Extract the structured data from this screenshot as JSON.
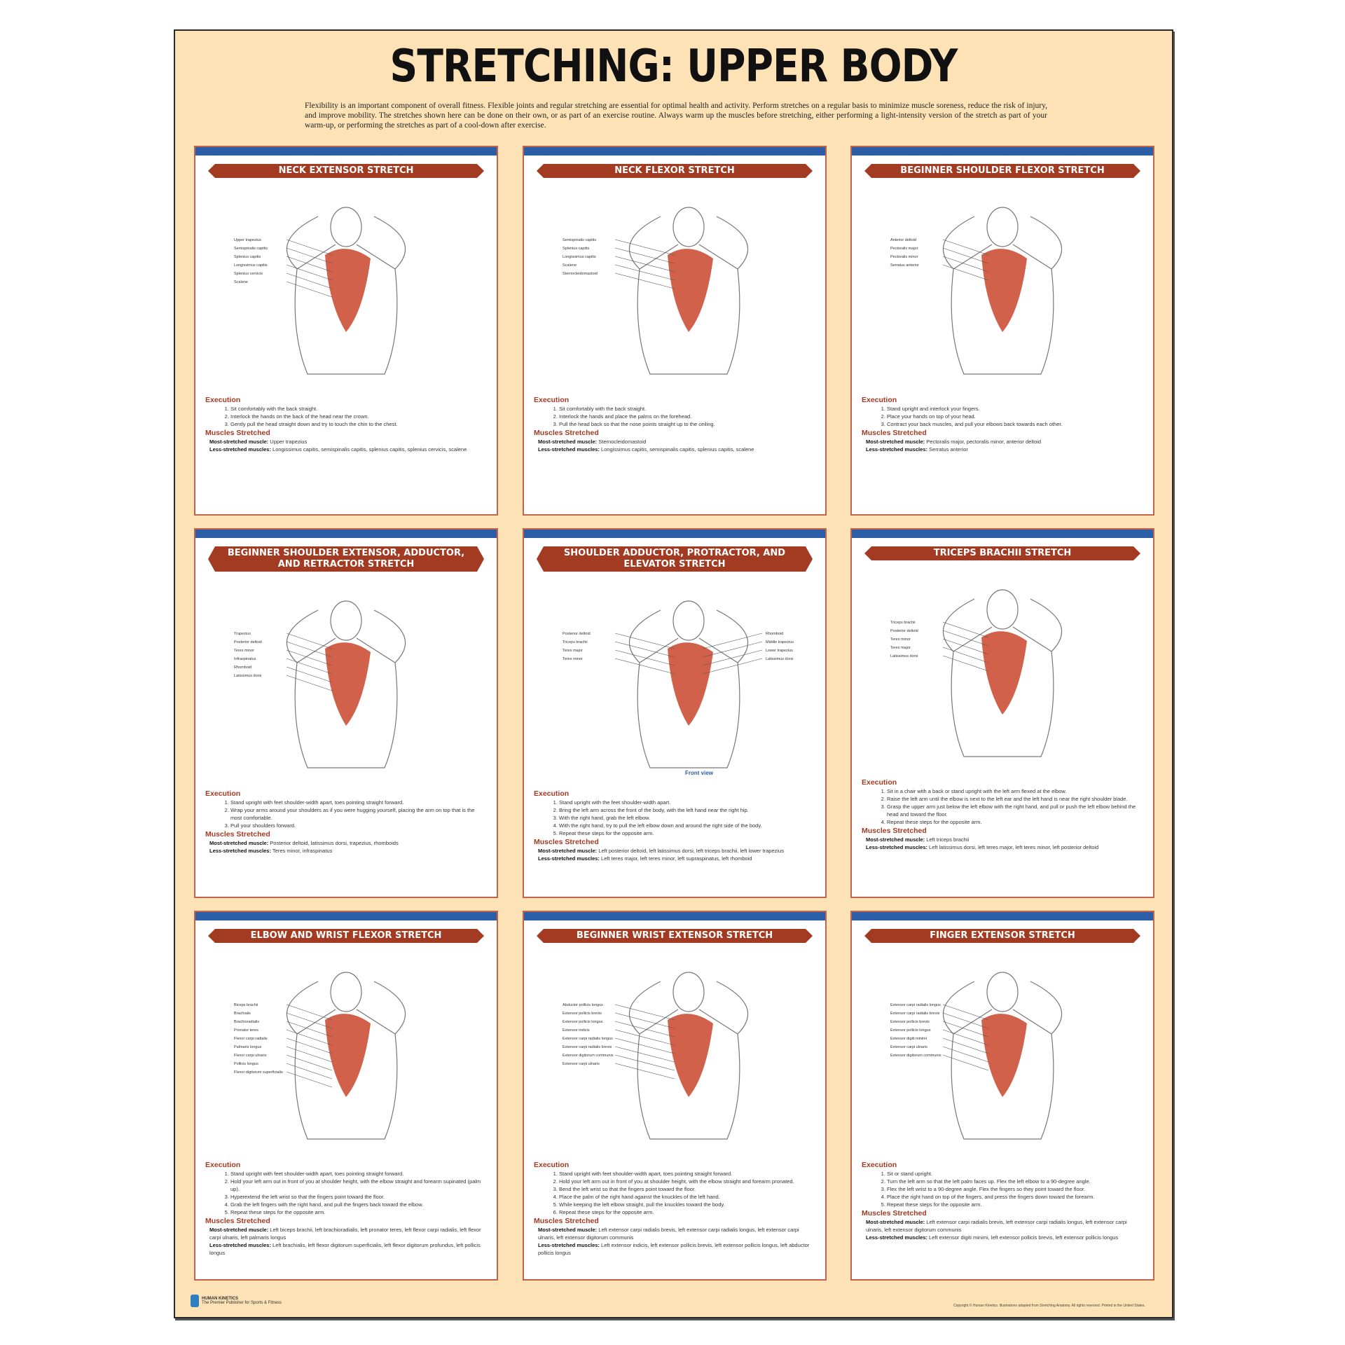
{
  "title": "STRETCHING: UPPER BODY",
  "intro": "Flexibility is an important component of overall fitness. Flexible joints and regular stretching are essential for optimal health and activity. Perform stretches on a regular basis to minimize muscle soreness, reduce the risk of injury, and improve mobility. The stretches shown here can be done on their own, or as part of an exercise routine. Always warm up the muscles before stretching, either performing a light-intensity version of the stretch as part of your warm-up, or performing the stretches as part of a cool-down after exercise.",
  "labels": {
    "execution": "Execution",
    "muscles": "Muscles Stretched",
    "most": "Most-stretched muscle:",
    "less": "Less-stretched muscles:"
  },
  "colors": {
    "background": "#fde2b6",
    "banner": "#a33a22",
    "topbar": "#2c5ea8",
    "muscle": "#c9452a"
  },
  "panels": [
    {
      "title": "NECK EXTENSOR STRETCH",
      "muscle_labels": [
        "Upper trapezius",
        "Semispinalis capitis",
        "Splenius capitis",
        "Longissimus capitis",
        "Splenius cervicis",
        "Scalene"
      ],
      "steps": [
        "Sit comfortably with the back straight.",
        "Interlock the hands on the back of the head near the crown.",
        "Gently pull the head straight down and try to touch the chin to the chest."
      ],
      "most": "Upper trapezius",
      "less": "Longissimus capitis, semispinalis capitis, splenius capitis, splenius cervicis, scalene"
    },
    {
      "title": "NECK FLEXOR STRETCH",
      "muscle_labels": [
        "Semispinalis capitis",
        "Splenius capitis",
        "Longissimus capitis",
        "Scalene",
        "Sternocleidomastoid"
      ],
      "steps": [
        "Sit comfortably with the back straight.",
        "Interlock the hands and place the palms on the forehead.",
        "Pull the head back so that the nose points straight up to the ceiling."
      ],
      "most": "Sternocleidomastoid",
      "less": "Longissimus capitis, semispinalis capitis, splenius capitis, scalene"
    },
    {
      "title": "BEGINNER SHOULDER FLEXOR STRETCH",
      "muscle_labels": [
        "Anterior deltoid",
        "Pectoralis major",
        "Pectoralis minor",
        "Serratus anterior"
      ],
      "steps": [
        "Stand upright and interlock your fingers.",
        "Place your hands on top of your head.",
        "Contract your back muscles, and pull your elbows back towards each other."
      ],
      "most": "Pectoralis major, pectoralis minor, anterior deltoid",
      "less": "Serratus anterior"
    },
    {
      "title": "BEGINNER SHOULDER EXTENSOR, ADDUCTOR, AND RETRACTOR STRETCH",
      "muscle_labels": [
        "Trapezius",
        "Posterior deltoid",
        "Teres minor",
        "Infraspinatus",
        "Rhomboid",
        "Latissimus dorsi"
      ],
      "steps": [
        "Stand upright with feet shoulder-width apart, toes pointing straight forward.",
        "Wrap your arms around your shoulders as if you were hugging yourself, placing the arm on top that is the most comfortable.",
        "Pull your shoulders forward."
      ],
      "most": "Posterior deltoid, latissimus dorsi, trapezius, rhomboids",
      "less": "Teres minor, infraspinatus"
    },
    {
      "title": "SHOULDER ADDUCTOR, PROTRACTOR, AND ELEVATOR STRETCH",
      "muscle_labels": [
        "Posterior deltoid",
        "Triceps brachii",
        "Teres major",
        "Teres minor",
        "Rhomboid",
        "Middle trapezius",
        "Lower trapezius",
        "Latissimus dorsi"
      ],
      "front_view": "Front view",
      "steps": [
        "Stand upright with the feet shoulder-width apart.",
        "Bring the left arm across the front of the body, with the left hand near the right hip.",
        "With the right hand, grab the left elbow.",
        "With the right hand, try to pull the left elbow down and around the right side of the body.",
        "Repeat these steps for the opposite arm."
      ],
      "most": "Left posterior deltoid, left latissimus dorsi, left triceps brachii, left lower trapezius",
      "less": "Left teres major, left teres minor, left supraspinatus, left rhomboid"
    },
    {
      "title": "TRICEPS BRACHII STRETCH",
      "muscle_labels": [
        "Triceps brachii",
        "Posterior deltoid",
        "Teres minor",
        "Teres major",
        "Latissimus dorsi"
      ],
      "steps": [
        "Sit in a chair with a back or stand upright with the left arm flexed at the elbow.",
        "Raise the left arm until the elbow is next to the left ear and the left hand is near the right shoulder blade.",
        "Grasp the upper arm just below the left elbow with the right hand, and pull or push the left elbow behind the head and toward the floor.",
        "Repeat these steps for the opposite arm."
      ],
      "most": "Left triceps brachii",
      "less": "Left latissimus dorsi, left teres major, left teres minor, left posterior deltoid"
    },
    {
      "title": "ELBOW AND WRIST FLEXOR STRETCH",
      "muscle_labels": [
        "Biceps brachii",
        "Brachialis",
        "Brachioradialis",
        "Pronator teres",
        "Flexor carpi radialis",
        "Palmaris longus",
        "Flexor carpi ulnaris",
        "Pollicis longus",
        "Flexor digitorum superficialis"
      ],
      "steps": [
        "Stand upright with feet shoulder-width apart, toes pointing straight forward.",
        "Hold your left arm out in front of you at shoulder height, with the elbow straight and forearm supinated (palm up).",
        "Hyperextend the left wrist so that the fingers point toward the floor.",
        "Grab the left fingers with the right hand, and pull the fingers back toward the elbow.",
        "Repeat these steps for the opposite arm."
      ],
      "most": "Left biceps brachii, left brachioradialis, left pronator teres, left flexor carpi radialis, left flexor carpi ulnaris, left palmaris longus",
      "less": "Left brachialis, left flexor digitorum superficialis, left flexor digitorum profundus, left pollicis longus"
    },
    {
      "title": "BEGINNER WRIST EXTENSOR STRETCH",
      "muscle_labels": [
        "Abductor pollicis longus",
        "Extensor pollicis brevis",
        "Extensor pollicis longus",
        "Extensor indicis",
        "Extensor carpi radialis longus",
        "Extensor carpi radialis brevis",
        "Extensor digitorum communis",
        "Extensor carpi ulnaris"
      ],
      "steps": [
        "Stand upright with feet shoulder-width apart, toes pointing straight forward.",
        "Hold your left arm out in front of you at shoulder height, with the elbow straight and forearm pronated.",
        "Bend the left wrist so that the fingers point toward the floor.",
        "Place the palm of the right hand against the knuckles of the left hand.",
        "While keeping the left elbow straight, pull the knuckles toward the body.",
        "Repeat these steps for the opposite arm."
      ],
      "most": "Left extensor carpi radialis brevis, left extensor carpi radialis longus, left extensor carpi ulnaris, left extensor digitorum communis",
      "less": "Left extensor indicis, left extensor pollicis brevis, left extensor pollicis longus, left abductor pollicis longus"
    },
    {
      "title": "FINGER EXTENSOR STRETCH",
      "muscle_labels": [
        "Extensor carpi radialis longus",
        "Extensor carpi radialis brevis",
        "Extensor pollicis brevis",
        "Extensor pollicis longus",
        "Extensor digiti minimi",
        "Extensor carpi ulnaris",
        "Extensor digitorum communis"
      ],
      "steps": [
        "Sit or stand upright.",
        "Turn the left arm so that the left palm faces up. Flex the left elbow to a 90-degree angle.",
        "Flex the left wrist to a 90-degree angle. Flex the fingers so they point toward the floor.",
        "Place the right hand on top of the fingers, and press the fingers down toward the forearm.",
        "Repeat these steps for the opposite arm."
      ],
      "most": "Left extensor carpi radialis brevis, left extensor carpi radialis longus, left extensor carpi ulnaris, left extensor digitorum communis",
      "less": "Left extensor digiti minimi, left extensor pollicis brevis, left extensor pollicis longus"
    }
  ],
  "footer": {
    "logo": "HUMAN KINETICS",
    "tagline": "The Premier Publisher for Sports & Fitness",
    "copyright": "Copyright © Human Kinetics. Illustrations adapted from Stretching Anatomy. All rights reserved. Printed in the United States."
  }
}
